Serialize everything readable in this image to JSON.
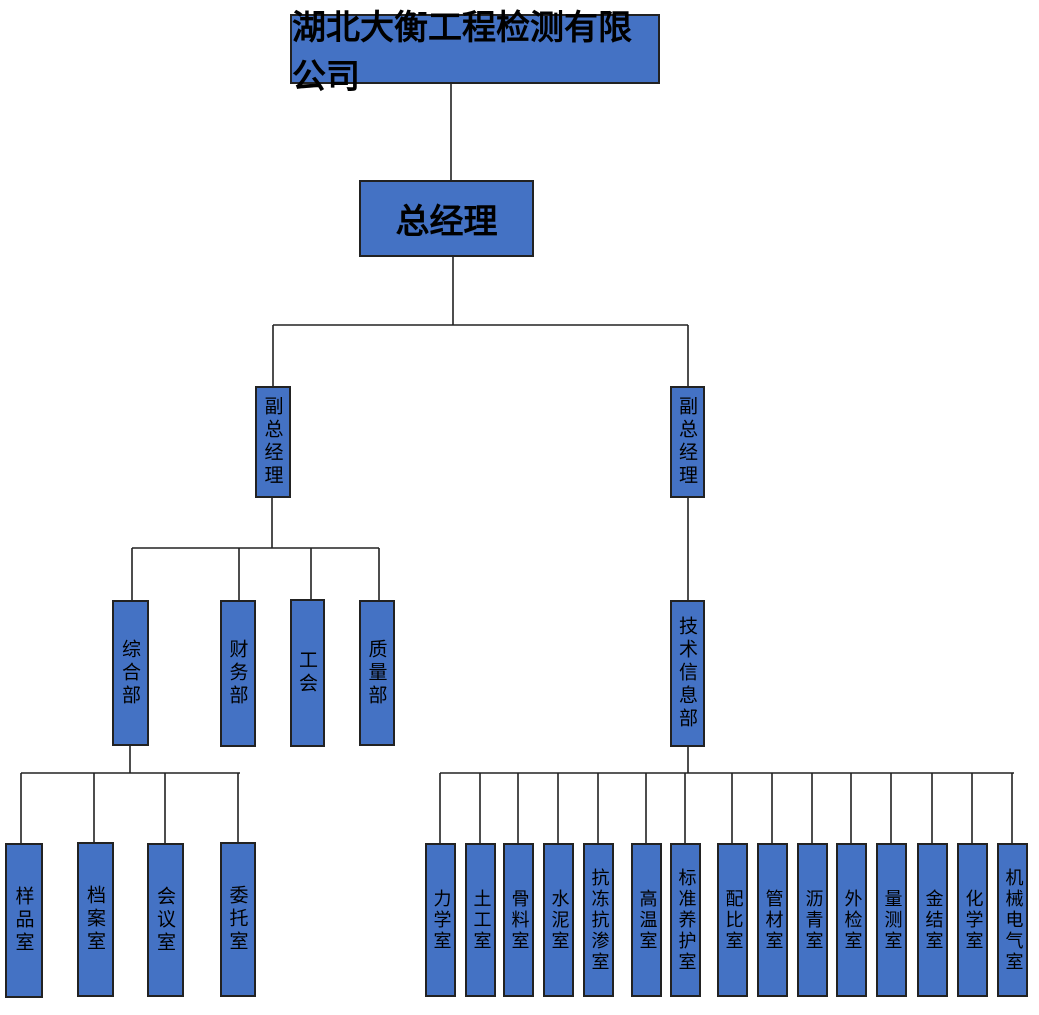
{
  "company": "湖北大衡工程检测有限公司",
  "general_manager": "总经理",
  "deputy_left": "副总经理",
  "deputy_right": "副总经理",
  "left_departments": [
    "综合部",
    "财务部",
    "工会",
    "质量部"
  ],
  "general_office_rooms": [
    "样品室",
    "档案室",
    "会议室",
    "委托室"
  ],
  "tech_department": "技术信息部",
  "tech_rooms": [
    "力学室",
    "土工室",
    "骨料室",
    "水泥室",
    "抗冻抗渗室",
    "高温室",
    "标准养护室",
    "配比室",
    "管材室",
    "沥青室",
    "外检室",
    "量测室",
    "金结室",
    "化学室",
    "机械电气室"
  ],
  "colors": {
    "box": "#4472C4",
    "line": "#222222"
  }
}
